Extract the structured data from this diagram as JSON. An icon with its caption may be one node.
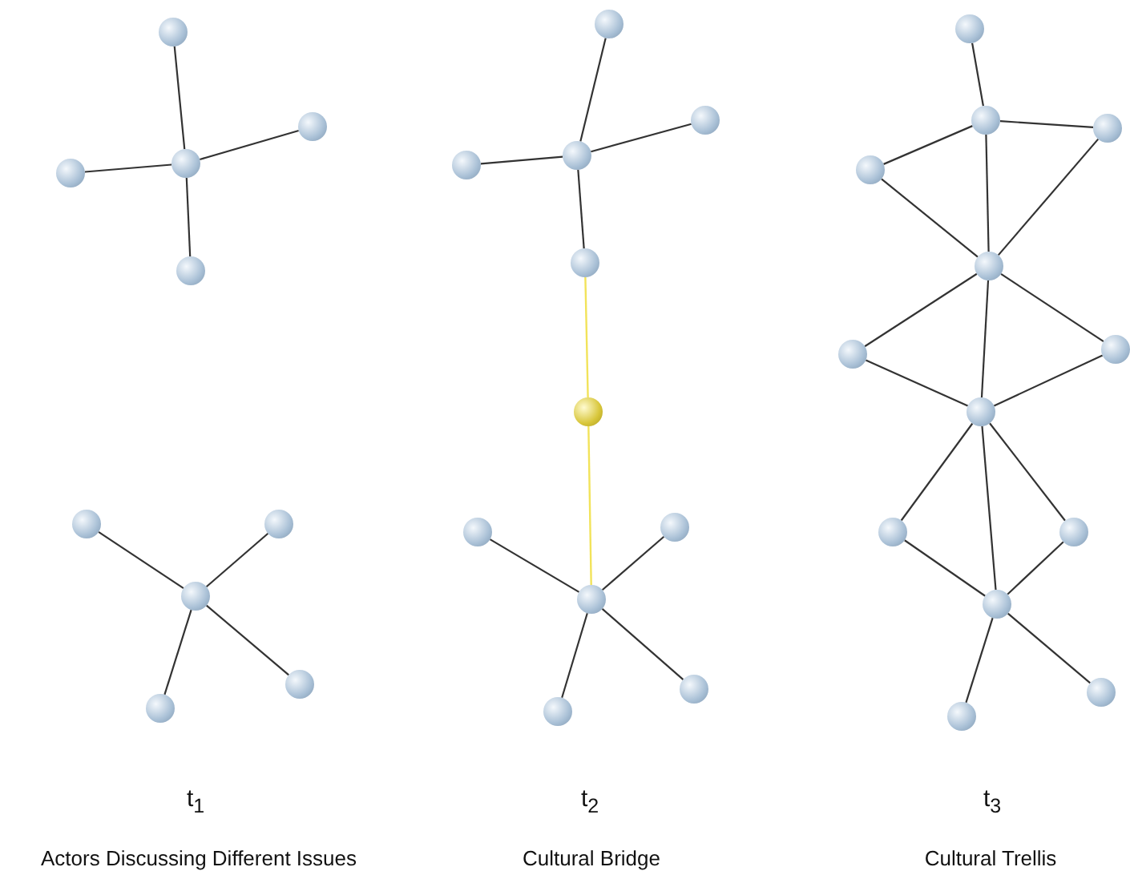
{
  "diagram": {
    "nodes": [
      {
        "text": [],
        "shape": "circle"
      },
      {
        "text": [],
        "shape": "circle"
      },
      {
        "text": [],
        "shape": "circle"
      },
      {
        "text": [],
        "shape": "circle"
      },
      {
        "text": [],
        "shape": "circle"
      },
      {
        "text": [],
        "shape": "circle"
      },
      {
        "text": [],
        "shape": "circle"
      },
      {
        "text": [],
        "shape": "circle"
      },
      {
        "text": [],
        "shape": "circle"
      },
      {
        "text": [],
        "shape": "circle"
      },
      {
        "text": [],
        "shape": "circle"
      },
      {
        "text": [],
        "shape": "circle"
      },
      {
        "text": [],
        "shape": "circle"
      },
      {
        "text": [],
        "shape": "circle"
      },
      {
        "text": [],
        "shape": "circle"
      },
      {
        "text": [],
        "shape": "circle"
      },
      {
        "text": [],
        "shape": "circle"
      },
      {
        "text": [],
        "shape": "circle"
      },
      {
        "text": [],
        "shape": "circle"
      },
      {
        "text": [],
        "shape": "circle"
      },
      {
        "text": [],
        "shape": "circle"
      },
      {
        "text": [],
        "shape": "circle"
      },
      {
        "text": [],
        "shape": "circle"
      },
      {
        "text": [],
        "shape": "circle"
      },
      {
        "text": [],
        "shape": "circle"
      },
      {
        "text": [],
        "shape": "circle"
      },
      {
        "text": [],
        "shape": "circle"
      },
      {
        "text": [],
        "shape": "circle"
      },
      {
        "text": [],
        "shape": "circle"
      },
      {
        "text": [],
        "shape": "circle"
      },
      {
        "text": [],
        "shape": "circle"
      },
      {
        "text": [],
        "shape": "circle"
      },
      {
        "text": [],
        "shape": "circle"
      },
      {
        "text": [],
        "shape": "circle"
      }
    ],
    "edges": [
      {
        "from": 1,
        "to": 0,
        "arrow": "none"
      },
      {
        "from": 1,
        "to": 2,
        "arrow": "none"
      },
      {
        "from": 1,
        "to": 3,
        "arrow": "none"
      },
      {
        "from": 1,
        "to": 4,
        "arrow": "none"
      },
      {
        "from": 5,
        "to": 6,
        "arrow": "none"
      },
      {
        "from": 5,
        "to": 7,
        "arrow": "none"
      },
      {
        "from": 5,
        "to": 8,
        "arrow": "none"
      },
      {
        "from": 5,
        "to": 9,
        "arrow": "none"
      },
      {
        "from": 11,
        "to": 10,
        "arrow": "none"
      },
      {
        "from": 11,
        "to": 12,
        "arrow": "none"
      },
      {
        "from": 11,
        "to": 13,
        "arrow": "none"
      },
      {
        "from": 11,
        "to": 14,
        "arrow": "none"
      },
      {
        "from": 14,
        "to": 15,
        "arrow": "none",
        "color": "#f2e35a"
      },
      {
        "from": 15,
        "to": 16,
        "arrow": "none",
        "color": "#f2e35a"
      },
      {
        "from": 16,
        "to": 17,
        "arrow": "none"
      },
      {
        "from": 16,
        "to": 18,
        "arrow": "none"
      },
      {
        "from": 16,
        "to": 19,
        "arrow": "none"
      },
      {
        "from": 16,
        "to": 20,
        "arrow": "none"
      },
      {
        "from": 21,
        "to": 22,
        "arrow": "none"
      },
      {
        "from": 22,
        "to": 23,
        "arrow": "none"
      },
      {
        "from": 22,
        "to": 24,
        "arrow": "none"
      },
      {
        "from": 22,
        "to": 25,
        "arrow": "none"
      },
      {
        "from": 23,
        "to": 25,
        "arrow": "none"
      },
      {
        "from": 24,
        "to": 25,
        "arrow": "none"
      },
      {
        "from": 25,
        "to": 26,
        "arrow": "none"
      },
      {
        "from": 25,
        "to": 27,
        "arrow": "none"
      },
      {
        "from": 25,
        "to": 28,
        "arrow": "none"
      },
      {
        "from": 26,
        "to": 28,
        "arrow": "none"
      },
      {
        "from": 27,
        "to": 28,
        "arrow": "none"
      },
      {
        "from": 28,
        "to": 29,
        "arrow": "none"
      },
      {
        "from": 28,
        "to": 30,
        "arrow": "none"
      },
      {
        "from": 28,
        "to": 31,
        "arrow": "none"
      },
      {
        "from": 29,
        "to": 31,
        "arrow": "none"
      },
      {
        "from": 30,
        "to": 31,
        "arrow": "none"
      },
      {
        "from": 31,
        "to": 32,
        "arrow": "none"
      },
      {
        "from": 31,
        "to": 33,
        "arrow": "none"
      }
    ],
    "labels": [
      "t$_{1}$",
      "t$_{2}$",
      "t$_{3}$",
      "Actors Discussing Different Issues",
      "Cultural Bridge",
      "Cultural Trellis"
    ]
  }
}
